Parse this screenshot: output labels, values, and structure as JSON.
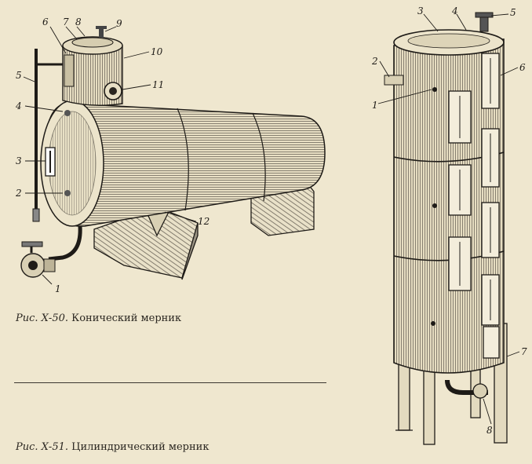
{
  "figure_conical": {
    "caption_prefix": "Рис. Х-50.",
    "caption_text": "Конический мерник",
    "labels": [
      "1",
      "2",
      "3",
      "4",
      "5",
      "6",
      "7",
      "8",
      "9",
      "10",
      "11",
      "12"
    ]
  },
  "figure_cylindrical": {
    "caption_prefix": "Рис. Х-51.",
    "caption_text": "Цилиндрический мерник",
    "labels": [
      "1",
      "2",
      "3",
      "4",
      "5",
      "6",
      "7",
      "8"
    ]
  },
  "colors": {
    "paper": "#efe7cf",
    "ink": "#1e1b17",
    "shade": "#8f887a"
  }
}
